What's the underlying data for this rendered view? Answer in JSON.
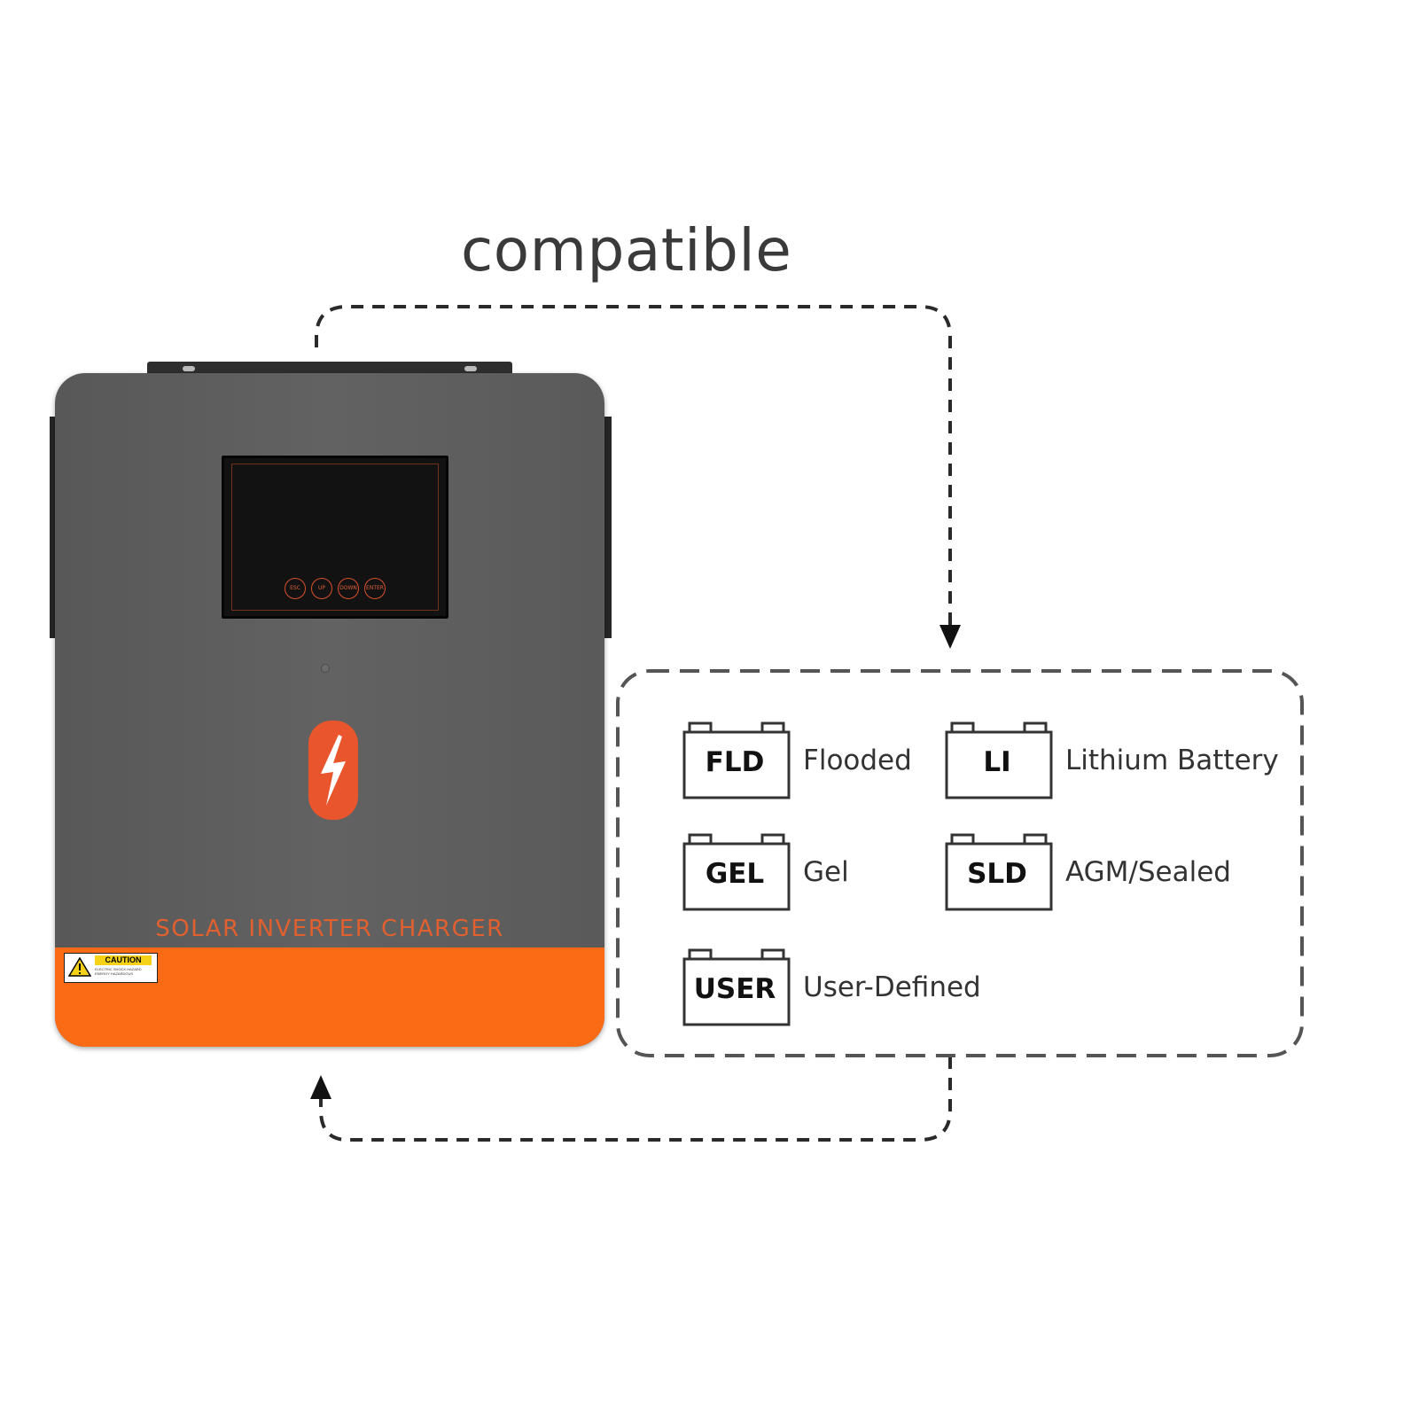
{
  "heading": "compatible",
  "device": {
    "label": "SOLAR INVERTER CHARGER",
    "screen_buttons": [
      "ESC",
      "UP",
      "DOWN",
      "ENTER"
    ],
    "caution": {
      "title": "CAUTION",
      "text": "ELECTRIC SHOCK HAZARD ENERGY HAZARDOUS"
    },
    "logo_icon": "lightning-bolt-icon",
    "colors": {
      "body": "#5e5e5e",
      "accent": "#fb6a14",
      "logo": "#e9552c"
    }
  },
  "battery_types": [
    {
      "code": "FLD",
      "name": "Flooded"
    },
    {
      "code": "LI",
      "name": "Lithium Battery"
    },
    {
      "code": "GEL",
      "name": "Gel"
    },
    {
      "code": "SLD",
      "name": "AGM/Sealed"
    },
    {
      "code": "USER",
      "name": "User-Defined"
    }
  ]
}
